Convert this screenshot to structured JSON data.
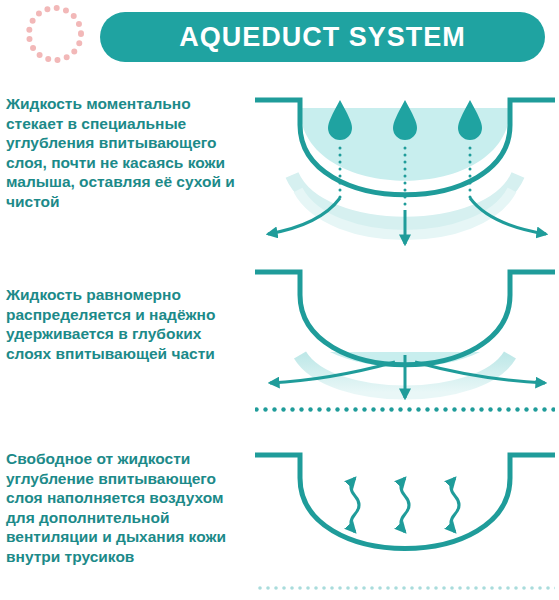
{
  "diagram": {
    "nodes": [
      {
        "text": [
          "AQUEDUCT SYSTEM"
        ]
      }
    ],
    "labels": [
      "Жидкость моментально стекает в специальные углубления впитывающего слоя, почти не касаясь кожи малыша, оставляя её сухой и чистой",
      "Жидкость равномерно распределяется и надёжно удерживается в глубоких слоях впитывающей части",
      "Свободное от жидкости углубление впитывающего слоя наполняется воздухом для дополнительной вентиляции и дыхания кожи внутри трусиков"
    ]
  }
}
